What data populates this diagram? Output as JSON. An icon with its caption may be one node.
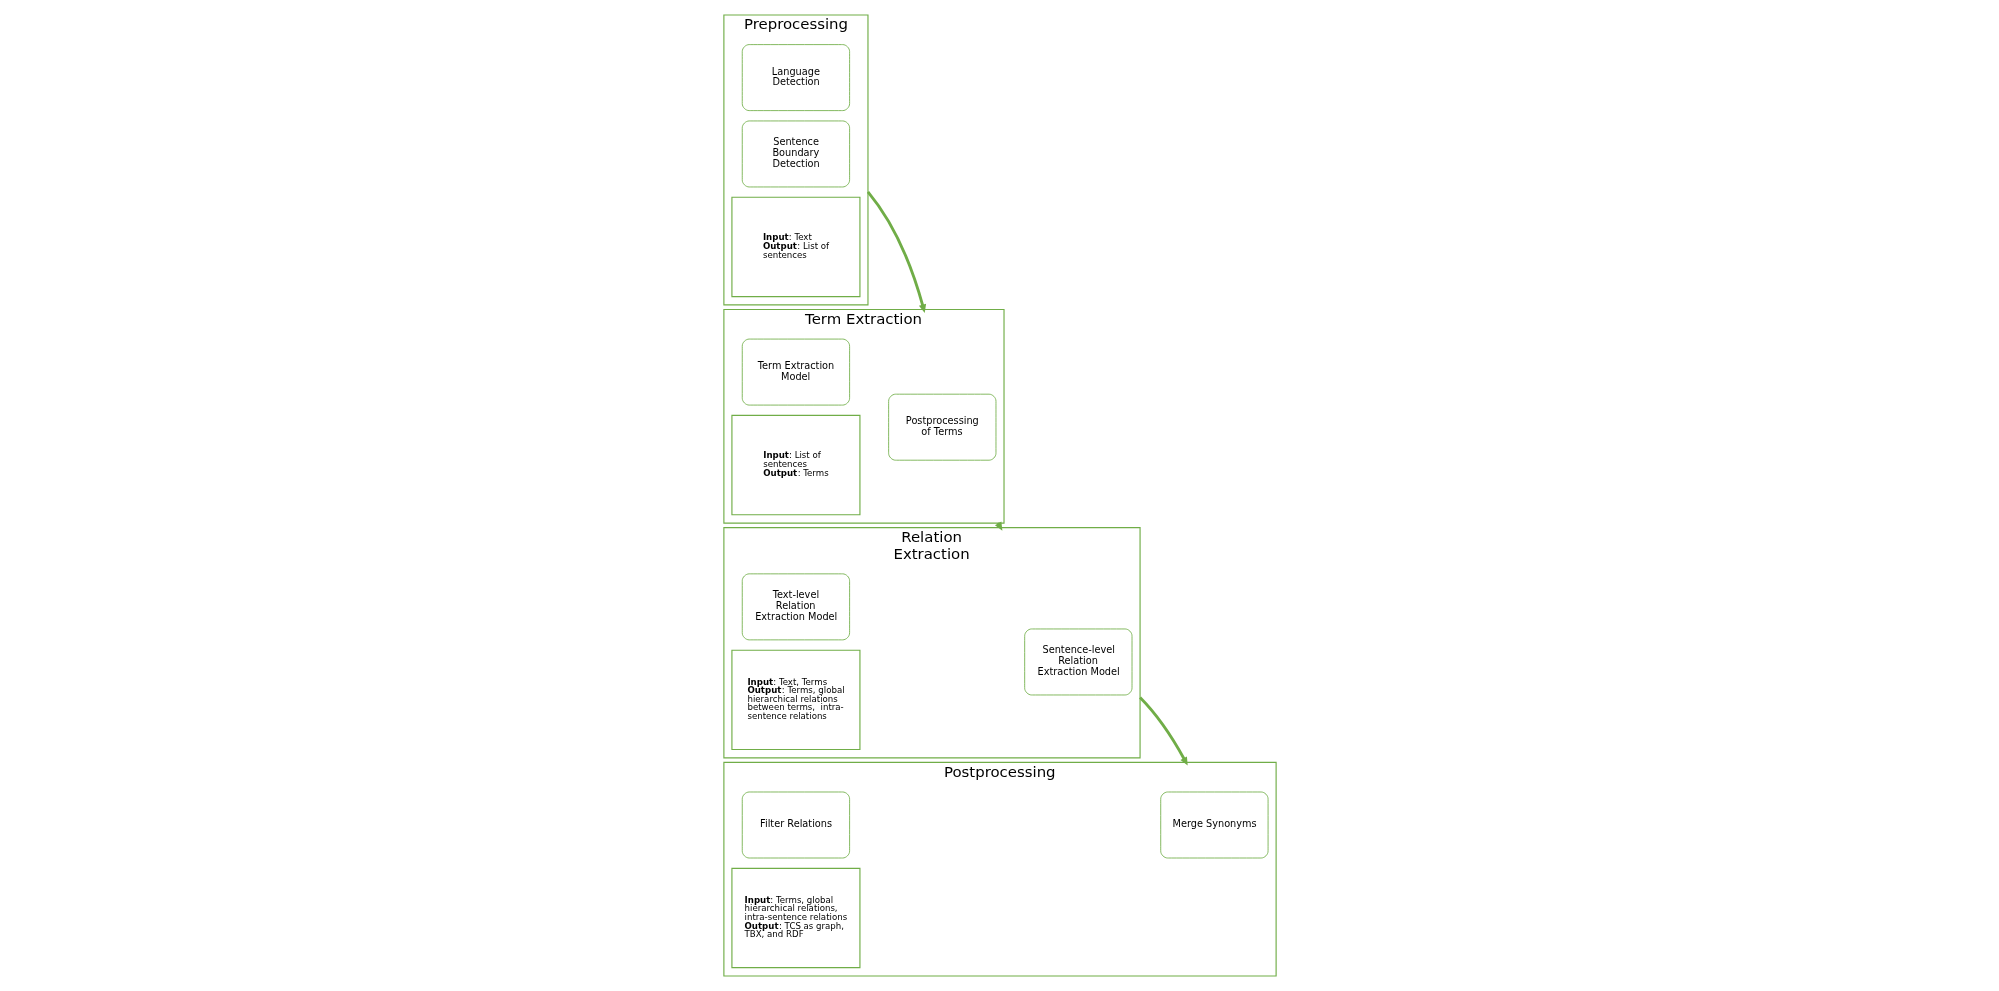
{
  "diagram": {
    "nodes": [
      {
        "text": [
          "Preprocessing"
        ]
      },
      {
        "text": [
          "Language Detection"
        ],
        "in": 0
      },
      {
        "text": [
          "Sentence Boundary Detection"
        ],
        "in": 0
      },
      {
        "text": [
          "**Input**: Text",
          "**Output**: List of sentences"
        ],
        "in": 0
      },
      {
        "text": [
          "Term Extraction"
        ]
      },
      {
        "text": [
          "Term Extraction Model"
        ],
        "in": 4
      },
      {
        "text": [
          "Postprocessing of Terms"
        ],
        "in": 4
      },
      {
        "text": [
          "**Input**: List of sentences",
          "**Output**: Terms"
        ],
        "in": 4
      },
      {
        "text": [
          "Relation Extraction"
        ]
      },
      {
        "text": [
          "Text-level Relation Extraction Model"
        ],
        "in": 8
      },
      {
        "text": [
          "Sentence-level Relation Extraction Model"
        ],
        "in": 8
      },
      {
        "text": [
          "**Input**: Text, Terms",
          "**Output**: Terms, global hierarchical relations between terms,  intra-sentence relations"
        ],
        "in": 8
      },
      {
        "text": [
          "Postprocessing"
        ]
      },
      {
        "text": [
          "Filter Relations"
        ],
        "in": 12
      },
      {
        "text": [
          "Merge Synonyms"
        ],
        "in": 12
      },
      {
        "text": [
          "**Input**: Terms, global hierarchical relations, intra-sentence relations",
          "**Output**: TCS as graph, TBX, and RDF"
        ],
        "in": 12
      }
    ],
    "edges": [
      {
        "from": 0,
        "to": 4,
        "arrow": "to"
      },
      {
        "from": 4,
        "to": 8,
        "arrow": "to"
      },
      {
        "from": 8,
        "to": 12,
        "arrow": "to"
      }
    ]
  }
}
